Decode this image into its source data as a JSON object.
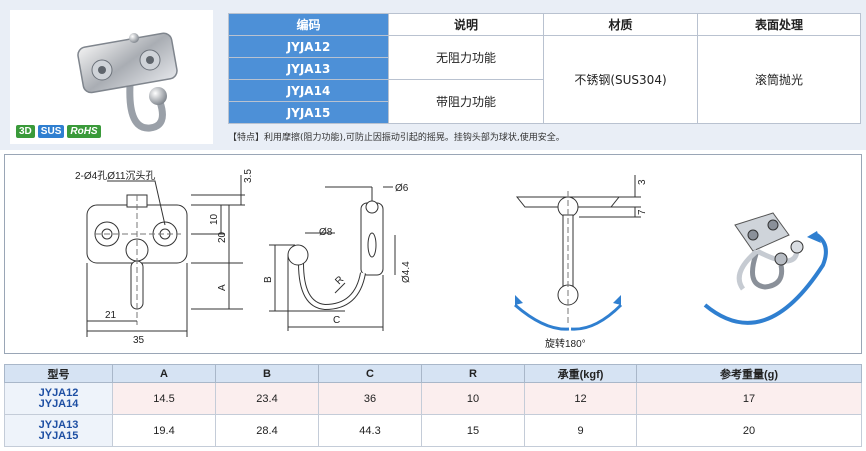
{
  "spec_table": {
    "headers": [
      "编码",
      "说明",
      "材质",
      "表面处理"
    ],
    "codes": [
      "JYJA12",
      "JYJA13",
      "JYJA14",
      "JYJA15"
    ],
    "desc_no_damping": "无阻力功能",
    "desc_damping": "带阻力功能",
    "material": "不锈钢(SUS304)",
    "finish": "滚筒抛光"
  },
  "badges": [
    "3D",
    "SUS",
    "RoHS"
  ],
  "feature_note": "【特点】利用摩擦(阻力功能),可防止因振动引起的摇晃。挂钩头部为球状,使用安全。",
  "drawing": {
    "hole_label": "2-Ø4孔Ø11沉头孔",
    "dim_35": "35",
    "dim_21": "21",
    "dim_3_5": "3.5",
    "dim_10": "10",
    "dim_20": "20",
    "dim_A": "A",
    "dim_B": "B",
    "dim_C": "C",
    "dim_R": "R",
    "dim_phi8": "Ø8",
    "dim_phi6": "Ø6",
    "dim_phi4_4": "Ø4.4",
    "dim_3": "3",
    "dim_7": "7",
    "rotate_label": "旋转180°"
  },
  "params_table": {
    "headers": [
      "型号",
      "A",
      "B",
      "C",
      "R",
      "承重(kgf)",
      "参考重量(g)"
    ],
    "rows": [
      {
        "model_1": "JYJA12",
        "model_2": "JYJA14",
        "A": "14.5",
        "B": "23.4",
        "C": "36",
        "R": "10",
        "load": "12",
        "weight": "17"
      },
      {
        "model_1": "JYJA13",
        "model_2": "JYJA15",
        "A": "19.4",
        "B": "28.4",
        "C": "44.3",
        "R": "15",
        "load": "9",
        "weight": "20"
      }
    ]
  },
  "colors": {
    "header_blue": "#4d90d7",
    "table_head": "#d6e3f3",
    "model_text": "#1e4fa3",
    "accent_arrow": "#2f7fd0",
    "badge_green": "#3a9a3a"
  }
}
